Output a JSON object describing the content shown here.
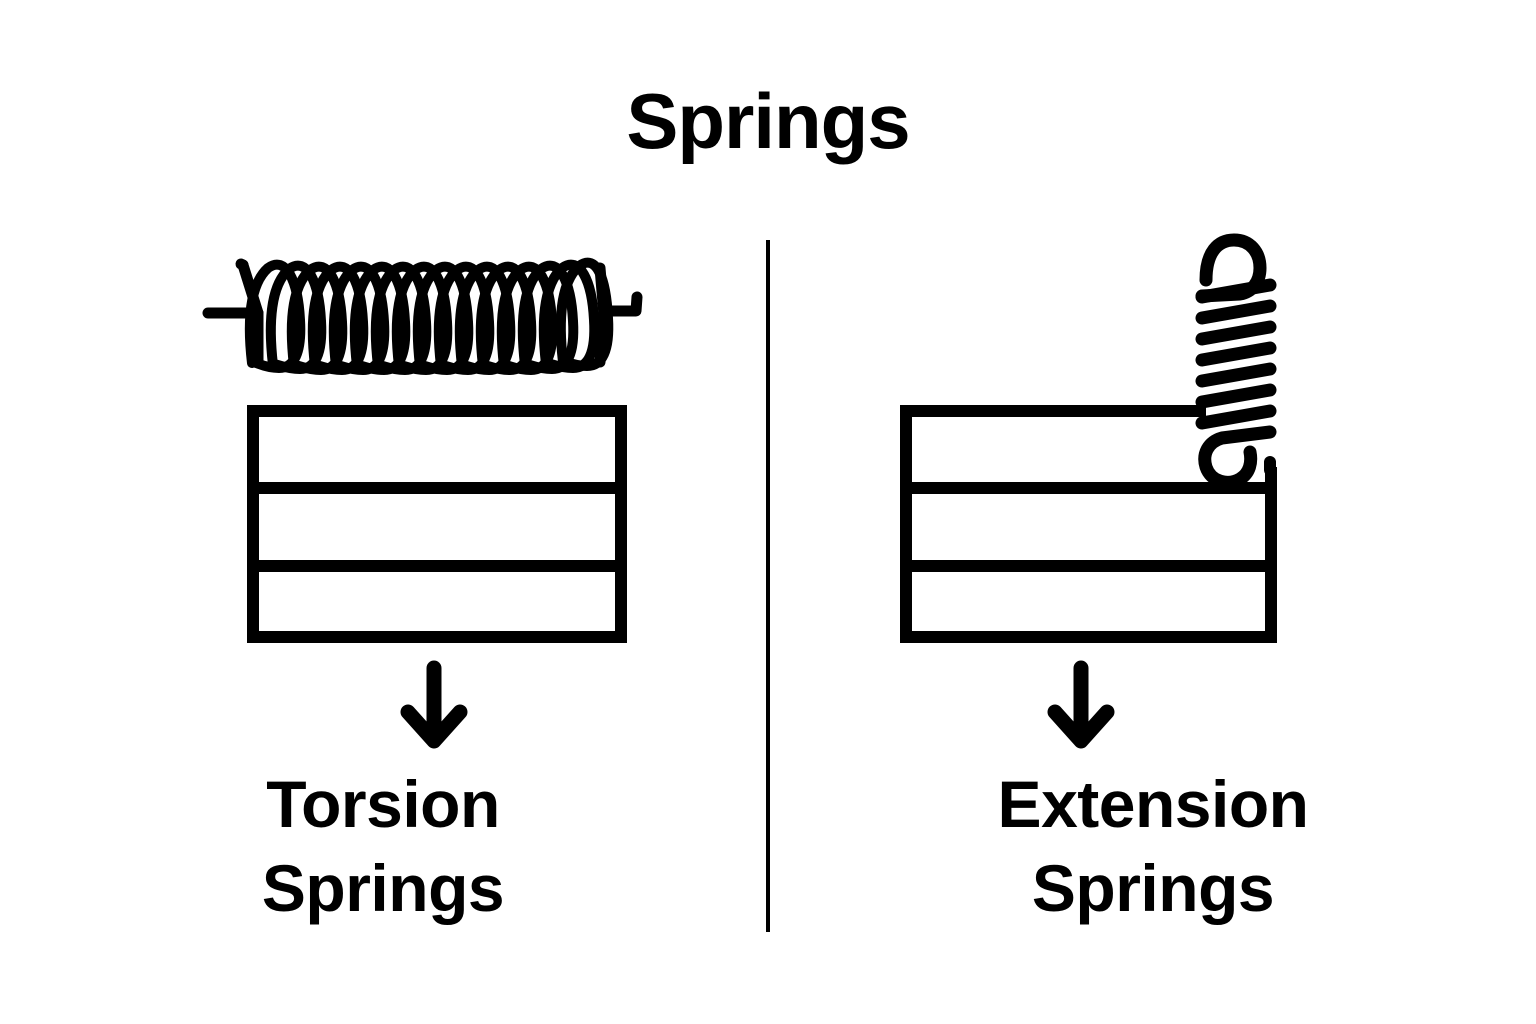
{
  "page": {
    "title": "Springs",
    "background_color": "#ffffff",
    "ink_color": "#000000"
  },
  "divider": {
    "name": "vertical-divider",
    "orientation": "vertical"
  },
  "panels": [
    {
      "id": "torsion",
      "spring_icon": "torsion-spring-icon",
      "spring_description": "horizontal coil spring with straight legs at each end",
      "coil_turns": 18,
      "door_icon": "garage-door-icon",
      "door_panels": 3,
      "arrow_icon": "arrow-down-icon",
      "caption_line1": "Torsion",
      "caption_line2": "Springs"
    },
    {
      "id": "extension",
      "spring_icon": "extension-spring-icon",
      "spring_description": "vertical coil spring with hooks at top and bottom",
      "coil_turns": 8,
      "door_icon": "garage-door-icon",
      "door_panels": 3,
      "arrow_icon": "arrow-down-icon",
      "caption_line1": "Extension",
      "caption_line2": "Springs"
    }
  ]
}
